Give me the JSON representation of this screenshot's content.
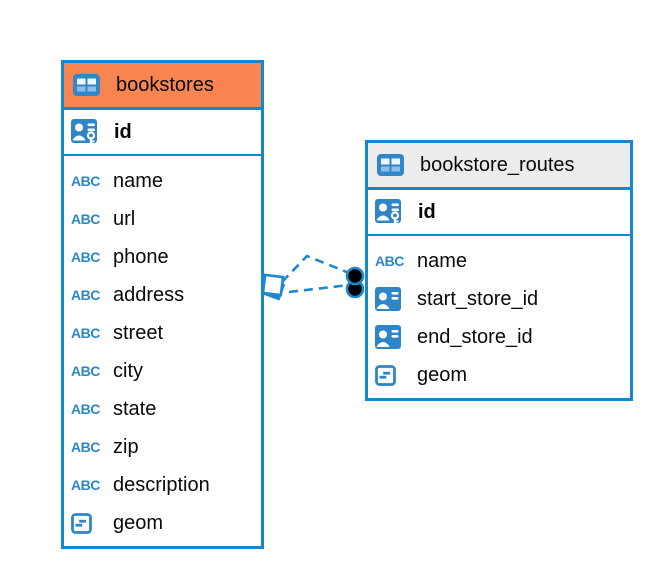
{
  "diagram": {
    "background": "#FFFFFF",
    "entity_border_color": "#1787CD",
    "relationship_line_color": "#1E88CF",
    "text_color": "#0A0A0A"
  },
  "icons": {
    "text_type_label": "ABC"
  },
  "tables": {
    "bookstores": {
      "title": "bookstores",
      "header_bg": "#F8854F",
      "primary_key": {
        "label": "id"
      },
      "columns": [
        {
          "label": "name",
          "type": "text"
        },
        {
          "label": "url",
          "type": "text"
        },
        {
          "label": "phone",
          "type": "text"
        },
        {
          "label": "address",
          "type": "text"
        },
        {
          "label": "street",
          "type": "text"
        },
        {
          "label": "city",
          "type": "text"
        },
        {
          "label": "state",
          "type": "text"
        },
        {
          "label": "zip",
          "type": "text"
        },
        {
          "label": "description",
          "type": "text"
        },
        {
          "label": "geom",
          "type": "geometry"
        }
      ]
    },
    "bookstore_routes": {
      "title": "bookstore_routes",
      "header_bg": "#ECECEC",
      "primary_key": {
        "label": "id"
      },
      "columns": [
        {
          "label": "name",
          "type": "text"
        },
        {
          "label": "start_store_id",
          "type": "reference"
        },
        {
          "label": "end_store_id",
          "type": "reference"
        },
        {
          "label": "geom",
          "type": "geometry"
        }
      ]
    }
  },
  "relationships": [
    {
      "from": "bookstore_routes.start_store_id",
      "to": "bookstores.id"
    },
    {
      "from": "bookstore_routes.end_store_id",
      "to": "bookstores.id"
    }
  ]
}
